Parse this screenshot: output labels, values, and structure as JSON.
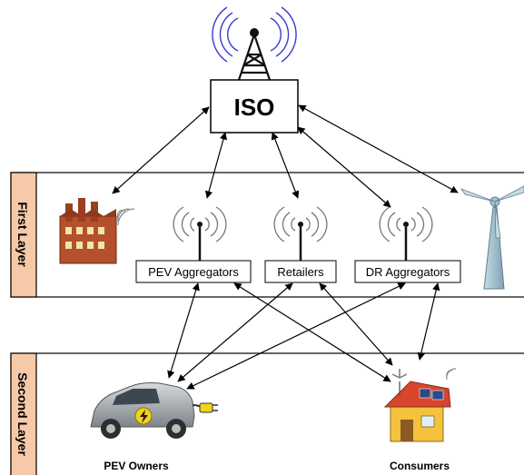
{
  "iso": {
    "label": "ISO"
  },
  "layers": {
    "first": {
      "label": "First Layer"
    },
    "second": {
      "label": "Second Layer"
    }
  },
  "first_layer_nodes": {
    "pev_aggregators": "PEV Aggregators",
    "retailers": "Retailers",
    "dr_aggregators": "DR Aggregators"
  },
  "second_layer_nodes": {
    "pev_owners": "PEV Owners",
    "consumers": "Consumers"
  },
  "colors": {
    "layer_tab": "#f6c9a8",
    "tower_waves": "#3a3ad0",
    "factory_brick": "#b5502c",
    "car_body": "#9ea3a8",
    "house_wall": "#f4c23c",
    "house_roof": "#d6452c",
    "solar_panel": "#2a4a8a",
    "turbine": "#a9c3cf"
  },
  "icons": [
    "radio-tower-icon",
    "factory-icon",
    "antenna-icon",
    "wind-turbine-icon",
    "electric-car-icon",
    "house-icon"
  ]
}
